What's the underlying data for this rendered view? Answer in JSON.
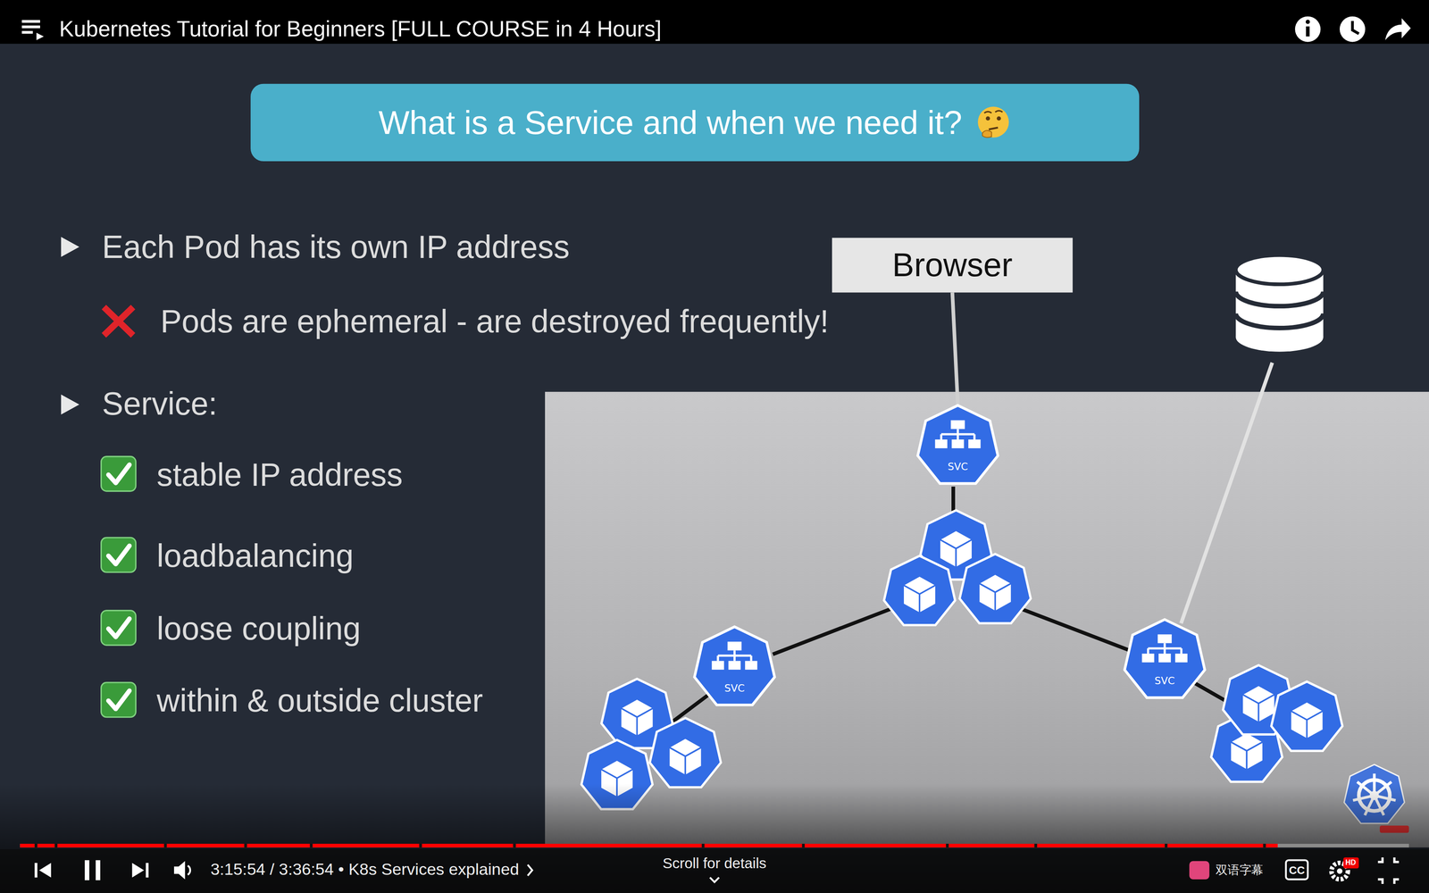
{
  "diagram": {
    "title": "What is a Service and when we need it?",
    "nodes": [
      {
        "text": [
          "Browser"
        ]
      },
      {
        "text": [
          "SVC"
        ]
      },
      {
        "text": [
          "SVC"
        ]
      },
      {
        "text": [
          "SVC"
        ]
      }
    ],
    "edges": [
      {
        "from": 0,
        "to": 1,
        "arrow": "none"
      }
    ],
    "labels": [
      "Kubernetes Tutorial for Beginners [FULL COURSE in 4 Hours]",
      "Each Pod has its own IP address",
      "Pods are ephemeral - are destroyed frequently!",
      "Service:",
      "stable IP address",
      "loadbalancing",
      "loose coupling",
      "within & outside cluster",
      "3:15:54 / 3:36:54 • K8s Services explained",
      "Scroll for details",
      "双语字幕",
      "CC",
      "HD"
    ]
  }
}
